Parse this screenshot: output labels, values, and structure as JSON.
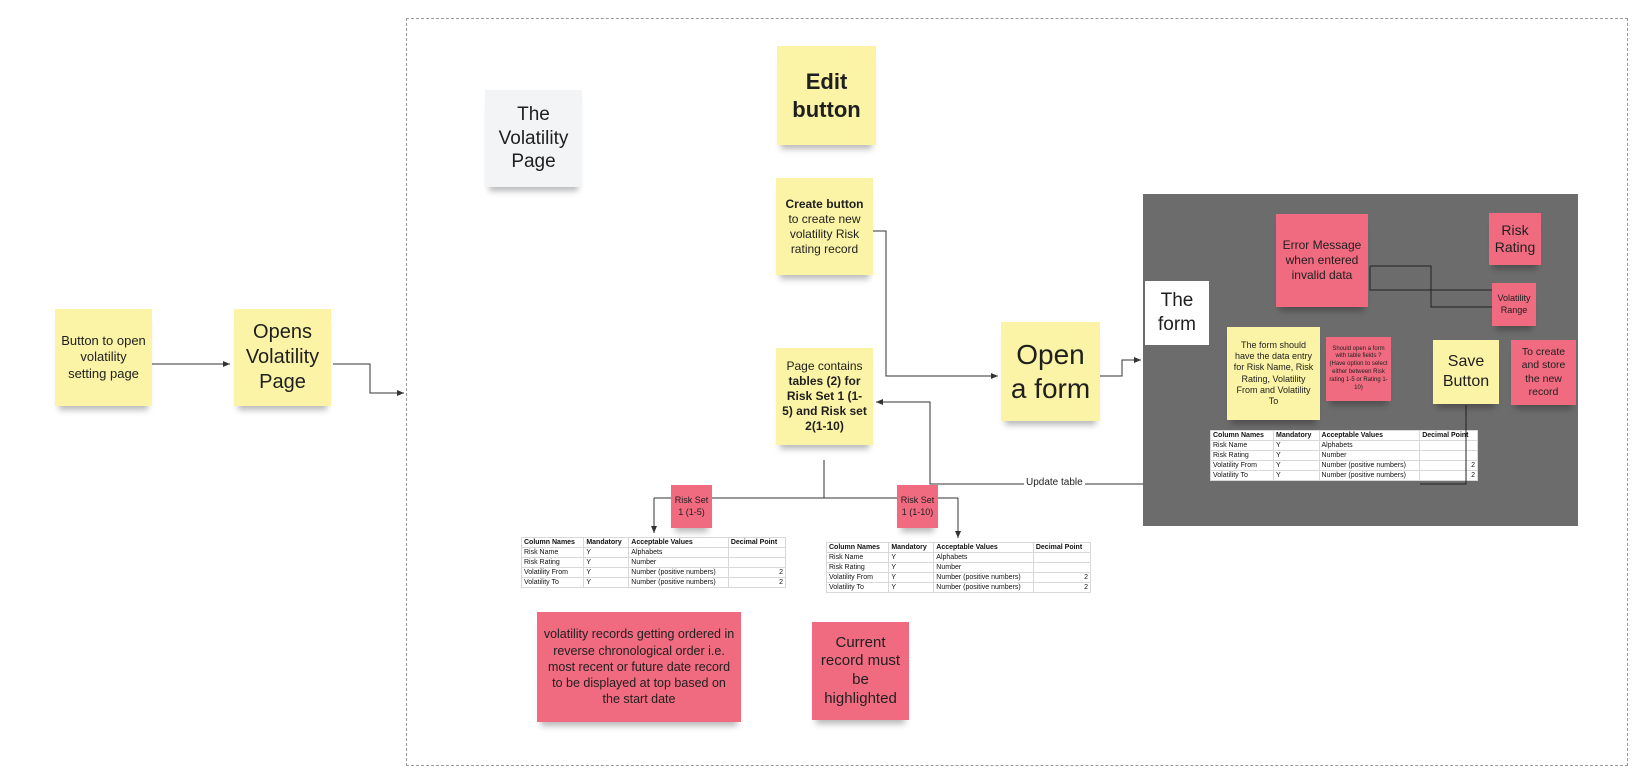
{
  "notes": {
    "button_to_open": "Button to open volatility setting page",
    "opens_volatility": "Opens Volatility Page",
    "volatility_page": "The Volatility Page",
    "edit_button": "Edit button",
    "create_button_bold": "Create button",
    "create_button_rest": "to create new volatility Risk rating record",
    "page_contains_pre": "Page contains",
    "page_contains_bold": "tables (2) for Risk Set 1 (1-5) and Risk set 2(1-10)",
    "open_form": "Open a form",
    "the_form": "The form",
    "error_message": "Error Message when entered invalid data",
    "risk_rating": "Risk Rating",
    "volatility_range": "Volatility Range",
    "form_data_entry": "The form should have the data entry for Risk Name, Risk Rating, Volatility From and Volatility To",
    "form_options": "Should open a form with table fields ? (Have option to select either between Risk rating 1-5 or Rating 1-10)",
    "save_button": "Save Button",
    "to_create": "To create and store the new record",
    "risk_set_a": "Risk Set 1 (1-5)",
    "risk_set_b": "Risk Set 1 (1-10)",
    "ordering": "volatility records getting ordered in reverse chronological order i.e. most recent or future date record to be displayed at top based on the start date",
    "current_record": "Current record must be highlighted"
  },
  "edge_labels": {
    "update_table": "Update table"
  },
  "table": {
    "headers": [
      "Column Names",
      "Mandatory",
      "Acceptable Values",
      "Decimal Point"
    ],
    "rows": [
      [
        "Risk Name",
        "Y",
        "Alphabets",
        ""
      ],
      [
        "Risk Rating",
        "Y",
        "Number",
        ""
      ],
      [
        "Volatility From",
        "Y",
        "Number (positive numbers)",
        "2"
      ],
      [
        "Volatility To",
        "Y",
        "Number (positive numbers)",
        "2"
      ]
    ]
  },
  "colors": {
    "yellow": "#fbf3a5",
    "pink": "#f06b80",
    "panel": "#6c6c6c"
  }
}
